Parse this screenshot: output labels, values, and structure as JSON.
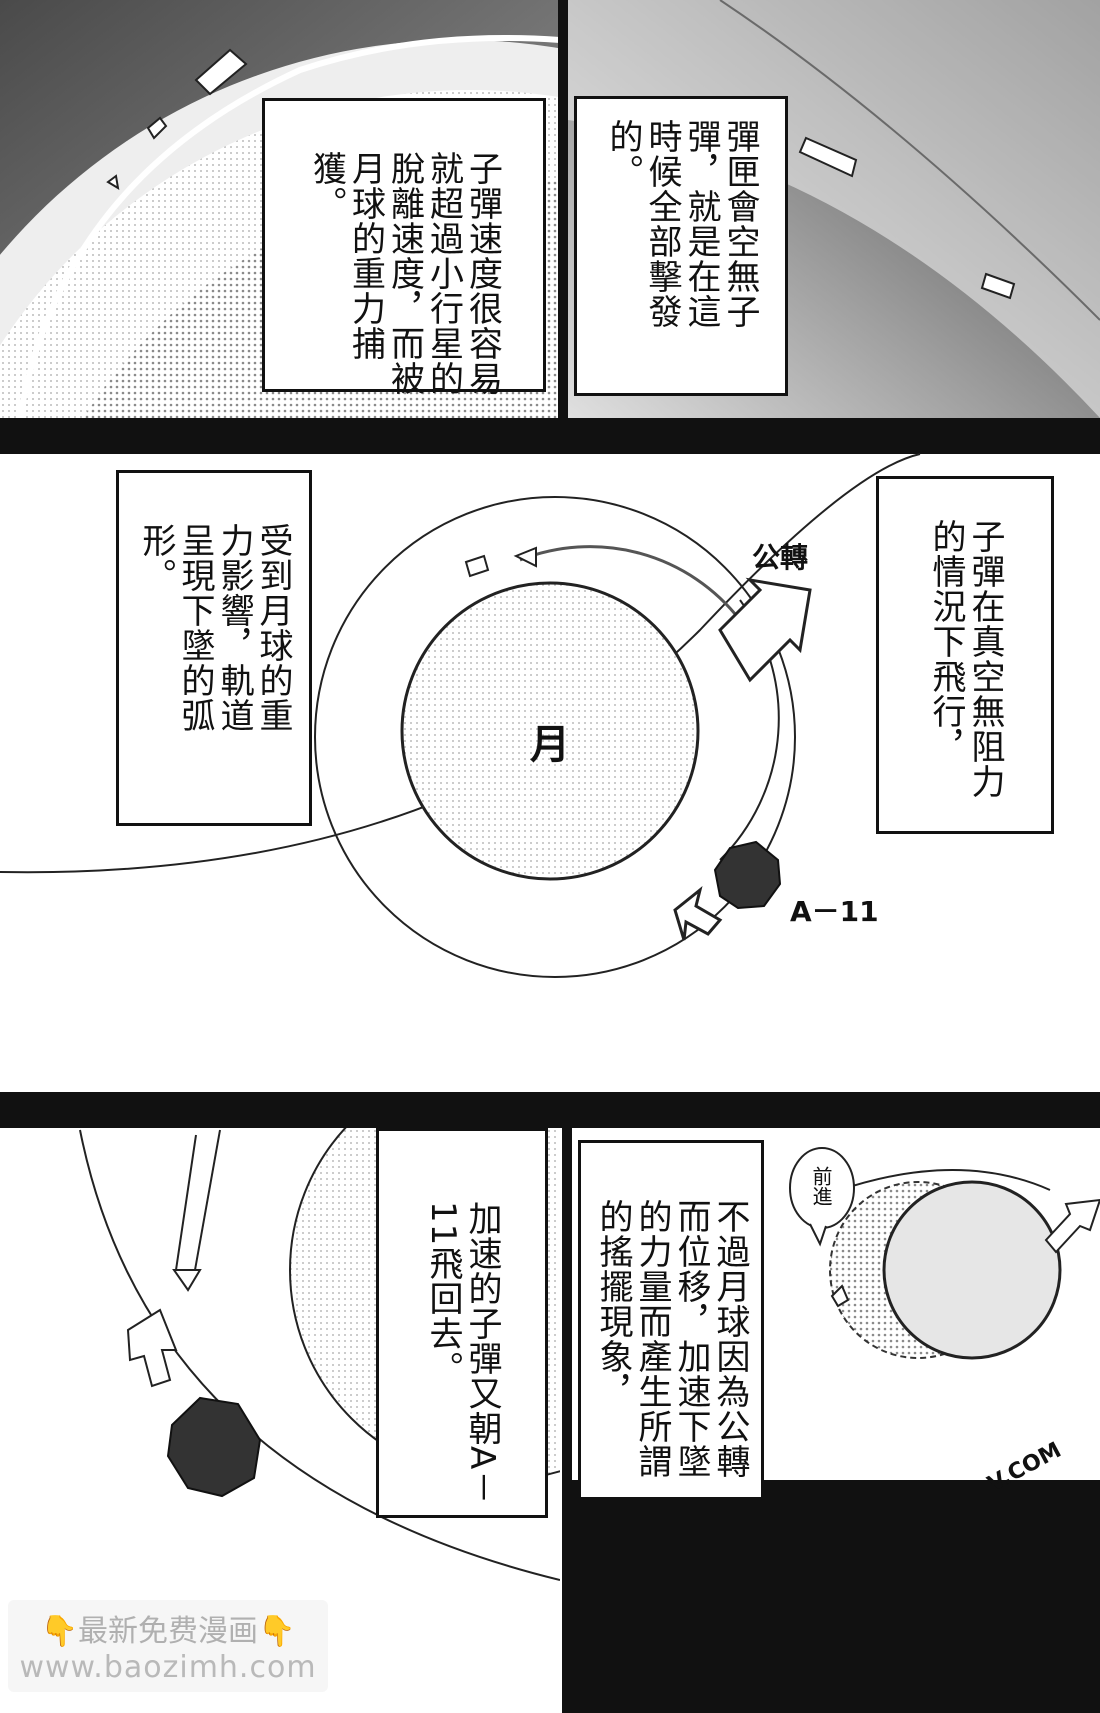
{
  "panels": {
    "top_left": {
      "caption": "子彈速度很容易就超過小行星的脫離速度，而被月球的重力捕獲。"
    },
    "top_right": {
      "caption": "彈匣會空無子彈，就是在這時候全部擊發的。"
    },
    "middle": {
      "caption_left": "受到月球的重力影響，軌道呈現下墜的弧形。",
      "caption_right": "子彈在真空無阻力的情況下飛行，",
      "moon_label": "月",
      "orbit_label": "公轉",
      "asteroid_label": "A－11"
    },
    "bottom_left": {
      "caption": "加速的子彈又朝A－11飛回去。"
    },
    "bottom_right": {
      "caption": "不過月球因為公轉而位移，加速下墜的力量而產生所謂的搖擺現象，",
      "bubble": "前進"
    }
  },
  "watermark": {
    "line1": "👇最新免费漫画👇",
    "line2": "www.baozimh.com",
    "corner": "V.COM"
  }
}
